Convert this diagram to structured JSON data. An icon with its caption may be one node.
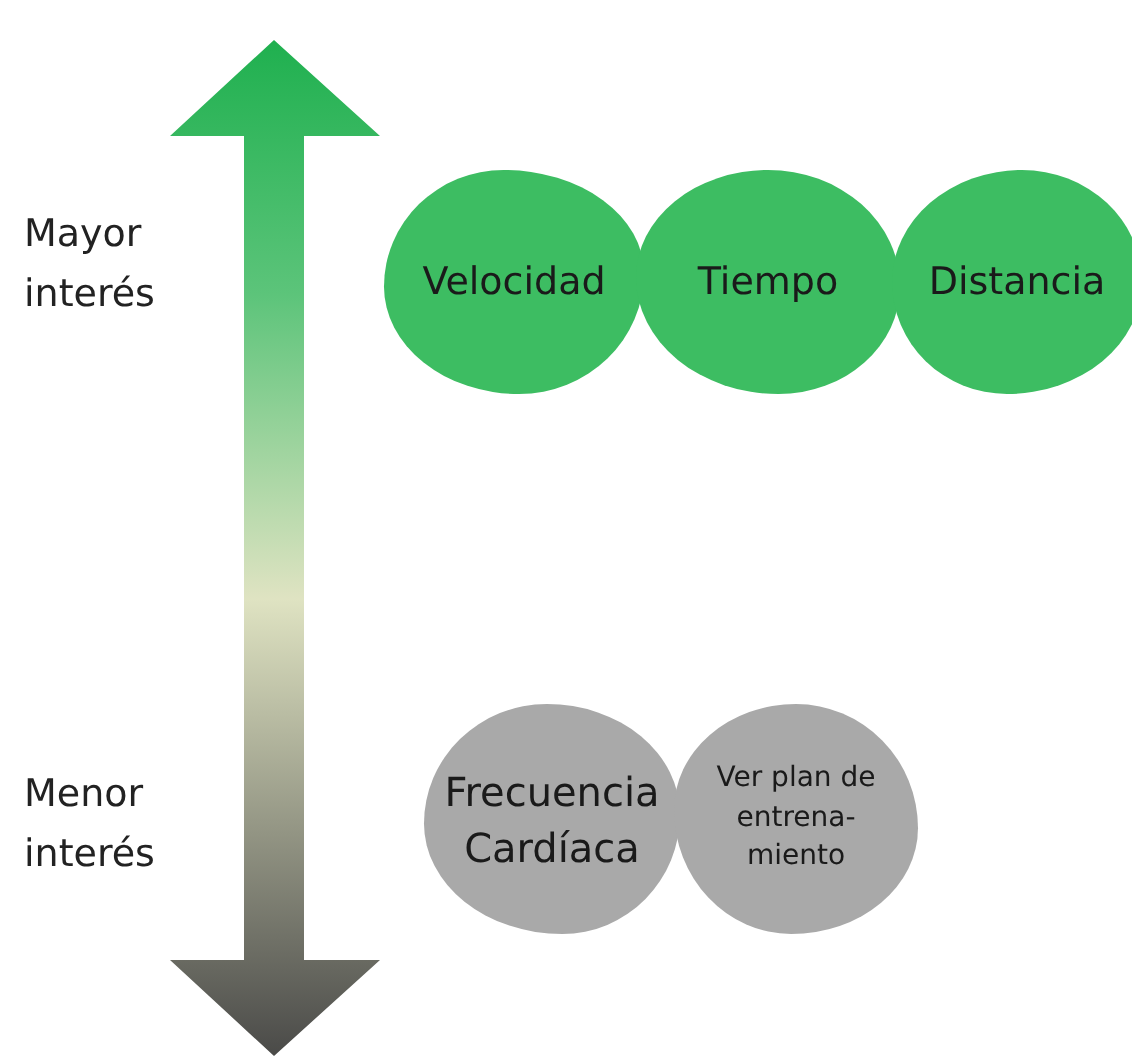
{
  "diagram": {
    "nodes": [
      {
        "text": [
          "Velocidad"
        ]
      },
      {
        "text": [
          "Tiempo"
        ]
      },
      {
        "text": [
          "Distancia"
        ]
      },
      {
        "text": [
          "Frecuencia Cardíaca"
        ]
      },
      {
        "text": [
          "Ver plan de entrena- miento"
        ]
      }
    ],
    "edges": [],
    "labels": [
      "Mayor interés",
      "Menor interés"
    ]
  }
}
